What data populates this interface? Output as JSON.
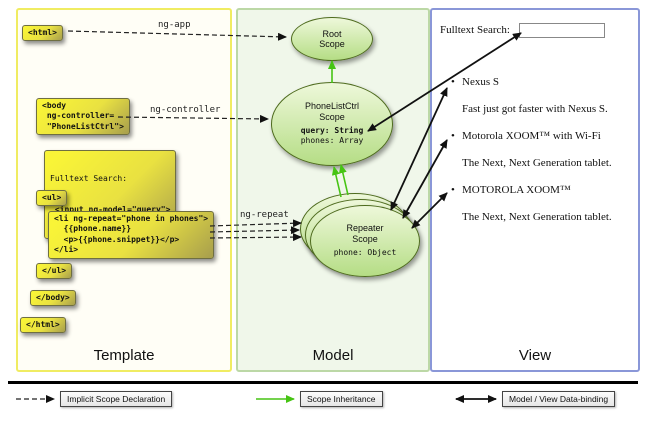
{
  "template": {
    "label": "Template",
    "chip_html_open": "<html>",
    "chip_body_open": "<body\n ng-controller=\n \"PhoneListCtrl\">",
    "chip_fulltext_label": "Fulltext Search:",
    "chip_fulltext_input": " <input ng-model=\"query\">",
    "chip_ul_open": "<ul>",
    "chip_li": "<li ng-repeat=\"phone in phones\">\n  {{phone.name}}\n  <p>{{phone.snippet}}</p>\n</li>",
    "chip_ul_close": "</ul>",
    "chip_body_close": "</body>",
    "chip_html_close": "</html>"
  },
  "annotations": {
    "ng_app": "ng-app",
    "ng_controller": "ng-controller",
    "ng_repeat": "ng-repeat"
  },
  "model": {
    "label": "Model",
    "root_scope_title": "Root\nScope",
    "phonelist_title": "PhoneListCtrl\nScope",
    "phonelist_prop_query": "query: String",
    "phonelist_prop_phones": "phones: Array",
    "repeater_title": "Repeater\nScope",
    "repeater_prop_phone": "phone: Object"
  },
  "view": {
    "label": "View",
    "search_label": "Fulltext Search:",
    "search_value": "",
    "items": [
      {
        "text": "Nexus S"
      },
      {
        "text": "Fast just got faster with Nexus S."
      },
      {
        "text": "Motorola XOOM™ with Wi-Fi"
      },
      {
        "text": "The Next, Next Generation tablet."
      },
      {
        "text": "MOTOROLA XOOM™"
      },
      {
        "text": "The Next, Next Generation tablet."
      }
    ]
  },
  "legend": {
    "implicit": "Implicit Scope Declaration",
    "inheritance": "Scope Inheritance",
    "databinding": "Model / View Data-binding"
  }
}
